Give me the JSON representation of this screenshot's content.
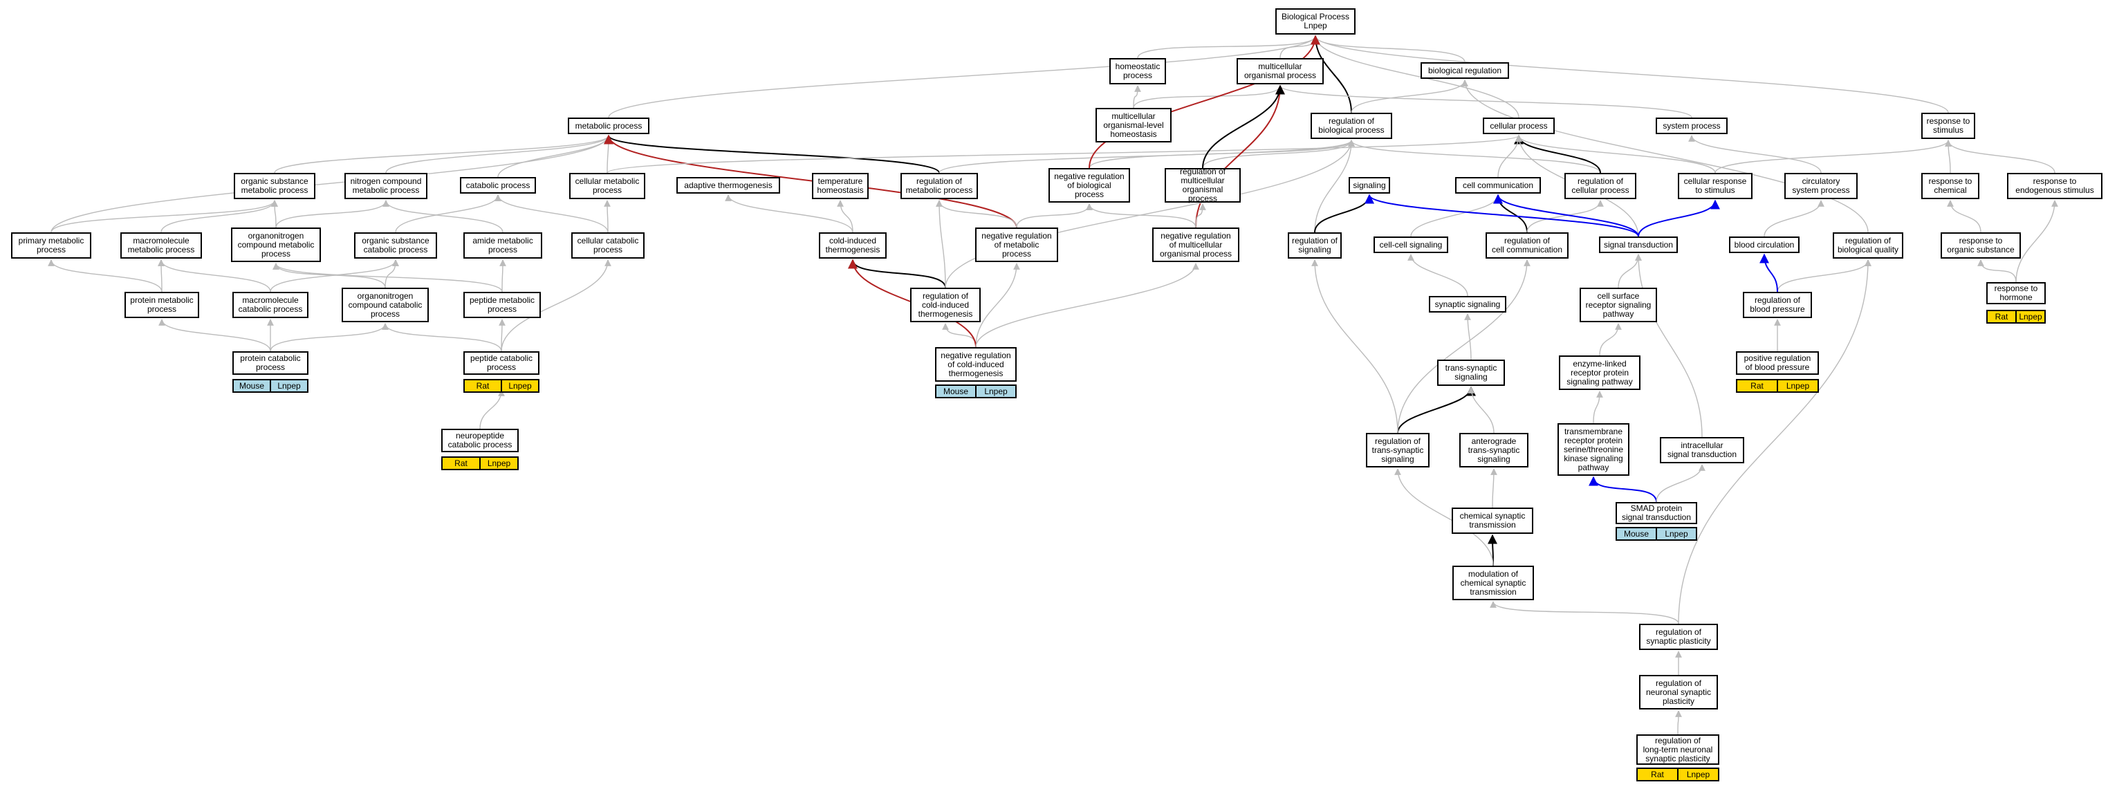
{
  "colors": {
    "mouse": "#add8e6",
    "rat": "#ffd700",
    "gray": "#bbbbbb",
    "black": "#000000",
    "red": "#b22222",
    "blue": "#0000ee"
  },
  "nodes": {
    "root": "Biological Process\nLnpep",
    "homeostatic": "homeostatic\nprocess",
    "multicellular": "multicellular\norganismal process",
    "bioreg": "biological regulation",
    "metabolic": "metabolic process",
    "mcohomeo": "multicellular\norganismal-level\nhomeostasis",
    "regbio": "regulation of\nbiological process",
    "cellular": "cellular process",
    "system": "system process",
    "stimulus": "response to\nstimulus",
    "orgsub": "organic substance\nmetabolic process",
    "nitro": "nitrogen compound\nmetabolic process",
    "catabolic": "catabolic process",
    "cellmeta": "cellular metabolic\nprocess",
    "adaptive": "adaptive thermogenesis",
    "temphomeo": "temperature\nhomeostasis",
    "regmeta": "regulation of\nmetabolic process",
    "negregbio": "negative regulation\nof biological\nprocess",
    "regmulti": "regulation of\nmulticellular\norganismal process",
    "signaling": "signaling",
    "cellcomm": "cell communication",
    "regcellproc": "regulation of\ncellular process",
    "cellresp": "cellular response\nto stimulus",
    "circ": "circulatory\nsystem process",
    "respchem": "response to\nchemical",
    "respendo": "response to\nendogenous stimulus",
    "primary": "primary metabolic\nprocess",
    "macro": "macromolecule\nmetabolic process",
    "orgnitro": "organonitrogen\ncompound metabolic\nprocess",
    "orgsubcat": "organic substance\ncatabolic process",
    "amide": "amide metabolic\nprocess",
    "cellcat": "cellular catabolic\nprocess",
    "coldind": "cold-induced\nthermogenesis",
    "negregmeta": "negative regulation\nof metabolic\nprocess",
    "negregmulti": "negative regulation\nof multicellular\norganismal process",
    "regsig": "regulation of\nsignaling",
    "cellcellsig": "cell-cell signaling",
    "regcellcomm": "regulation of\ncell communication",
    "sigtrans": "signal transduction",
    "bloodcirc": "blood circulation",
    "regbioqual": "regulation of\nbiological quality",
    "resporgsub": "response to\norganic substance",
    "protmeta": "protein metabolic\nprocess",
    "macrocat": "macromolecule\ncatabolic process",
    "orgnitrocat": "organonitrogen\ncompound catabolic\nprocess",
    "peptmeta": "peptide metabolic\nprocess",
    "regcold": "regulation of\ncold-induced\nthermogenesis",
    "synsig": "synaptic signaling",
    "cellsurf": "cell surface\nreceptor signaling\npathway",
    "regbp": "regulation of\nblood pressure",
    "resphorm": "response to\nhormone",
    "protcat": "protein catabolic\nprocess",
    "peptcat": "peptide catabolic\nprocess",
    "negregcold": "negative regulation\nof cold-induced\nthermogenesis",
    "transsyn": "trans-synaptic\nsignaling",
    "enzyme": "enzyme-linked\nreceptor protein\nsignaling pathway",
    "posregbp": "positive regulation\nof blood pressure",
    "neuropep": "neuropeptide\ncatabolic process",
    "regtranssyn": "regulation of\ntrans-synaptic\nsignaling",
    "antero": "anterograde\ntrans-synaptic\nsignaling",
    "transmem": "transmembrane\nreceptor protein\nserine/threonine\nkinase signaling\npathway",
    "intracell": "intracellular\nsignal transduction",
    "chemsyn": "chemical synaptic\ntransmission",
    "smad": "SMAD protein\nsignal transduction",
    "modchem": "modulation of\nchemical synaptic\ntransmission",
    "regsynplast": "regulation of\nsynaptic plasticity",
    "regneurplast": "regulation of\nneuronal synaptic\nplasticity",
    "reglong": "regulation of\nlong-term neuronal\nsynaptic plasticity"
  },
  "species": {
    "protcat": [
      {
        "label": "Mouse",
        "org": "mouse"
      },
      {
        "label": "Lnpep",
        "org": "mouse"
      }
    ],
    "peptcat": [
      {
        "label": "Rat",
        "org": "rat"
      },
      {
        "label": "Lnpep",
        "org": "rat"
      }
    ],
    "neuropep": [
      {
        "label": "Rat",
        "org": "rat"
      },
      {
        "label": "Lnpep",
        "org": "rat"
      }
    ],
    "negregcold": [
      {
        "label": "Mouse",
        "org": "mouse"
      },
      {
        "label": "Lnpep",
        "org": "mouse"
      }
    ],
    "posregbp": [
      {
        "label": "Rat",
        "org": "rat"
      },
      {
        "label": "Lnpep",
        "org": "rat"
      }
    ],
    "resphorm": [
      {
        "label": "Rat",
        "org": "rat"
      },
      {
        "label": "Lnpep",
        "org": "rat"
      }
    ],
    "smad": [
      {
        "label": "Mouse",
        "org": "mouse"
      },
      {
        "label": "Lnpep",
        "org": "mouse"
      }
    ],
    "reglong": [
      {
        "label": "Rat",
        "org": "rat"
      },
      {
        "label": "Lnpep",
        "org": "rat"
      }
    ]
  },
  "edges": [
    [
      "homeostatic",
      "root",
      "gray"
    ],
    [
      "multicellular",
      "root",
      "gray"
    ],
    [
      "bioreg",
      "root",
      "gray"
    ],
    [
      "metabolic",
      "root",
      "gray"
    ],
    [
      "regbio",
      "root",
      "black"
    ],
    [
      "cellular",
      "root",
      "gray"
    ],
    [
      "stimulus",
      "root",
      "gray"
    ],
    [
      "mcohomeo",
      "homeostatic",
      "gray"
    ],
    [
      "mcohomeo",
      "multicellular",
      "gray"
    ],
    [
      "system",
      "multicellular",
      "gray"
    ],
    [
      "regbio",
      "bioreg",
      "gray"
    ],
    [
      "regbioqual",
      "bioreg",
      "gray"
    ],
    [
      "orgsub",
      "metabolic",
      "gray"
    ],
    [
      "nitro",
      "metabolic",
      "gray"
    ],
    [
      "catabolic",
      "metabolic",
      "gray"
    ],
    [
      "cellmeta",
      "metabolic",
      "gray"
    ],
    [
      "primary",
      "metabolic",
      "gray"
    ],
    [
      "regmeta",
      "metabolic",
      "black"
    ],
    [
      "negregmeta",
      "metabolic",
      "red"
    ],
    [
      "regmeta",
      "regbio",
      "gray"
    ],
    [
      "negregbio",
      "regbio",
      "gray"
    ],
    [
      "regmulti",
      "regbio",
      "gray"
    ],
    [
      "regcellproc",
      "regbio",
      "gray"
    ],
    [
      "regsig",
      "regbio",
      "gray"
    ],
    [
      "regcellproc",
      "cellular",
      "black"
    ],
    [
      "cellmeta",
      "cellular",
      "gray"
    ],
    [
      "cellcomm",
      "cellular",
      "gray"
    ],
    [
      "cellresp",
      "cellular",
      "gray"
    ],
    [
      "sigtrans",
      "cellular",
      "gray"
    ],
    [
      "circ",
      "system",
      "gray"
    ],
    [
      "cellresp",
      "stimulus",
      "gray"
    ],
    [
      "respchem",
      "stimulus",
      "gray"
    ],
    [
      "respendo",
      "stimulus",
      "gray"
    ],
    [
      "primary",
      "orgsub",
      "gray"
    ],
    [
      "macro",
      "orgsub",
      "gray"
    ],
    [
      "orgnitro",
      "orgsub",
      "gray"
    ],
    [
      "orgnitro",
      "nitro",
      "gray"
    ],
    [
      "orgsubcat",
      "catabolic",
      "gray"
    ],
    [
      "cellcat",
      "catabolic",
      "gray"
    ],
    [
      "amide",
      "nitro",
      "gray"
    ],
    [
      "cellcat",
      "cellmeta",
      "gray"
    ],
    [
      "coldind",
      "adaptive",
      "gray"
    ],
    [
      "coldind",
      "temphomeo",
      "gray"
    ],
    [
      "negregbio",
      "root",
      "red"
    ],
    [
      "negregmulti",
      "multicellular",
      "red"
    ],
    [
      "regmulti",
      "multicellular",
      "black"
    ],
    [
      "negregmeta",
      "regmeta",
      "gray"
    ],
    [
      "negregmeta",
      "negregbio",
      "gray"
    ],
    [
      "negregmulti",
      "regmulti",
      "gray"
    ],
    [
      "negregmulti",
      "negregbio",
      "gray"
    ],
    [
      "regsig",
      "signaling",
      "black"
    ],
    [
      "regcellcomm",
      "cellcomm",
      "black"
    ],
    [
      "regcellcomm",
      "regcellproc",
      "gray"
    ],
    [
      "cellcellsig",
      "cellcomm",
      "gray"
    ],
    [
      "sigtrans",
      "signaling",
      "blue"
    ],
    [
      "sigtrans",
      "cellcomm",
      "blue"
    ],
    [
      "sigtrans",
      "cellresp",
      "blue"
    ],
    [
      "bloodcirc",
      "circ",
      "gray"
    ],
    [
      "regbp",
      "regbioqual",
      "gray"
    ],
    [
      "resporgsub",
      "respchem",
      "gray"
    ],
    [
      "resphorm",
      "resporgsub",
      "gray"
    ],
    [
      "resphorm",
      "respendo",
      "gray"
    ],
    [
      "protmeta",
      "primary",
      "gray"
    ],
    [
      "protmeta",
      "macro",
      "gray"
    ],
    [
      "macrocat",
      "macro",
      "gray"
    ],
    [
      "macrocat",
      "orgsubcat",
      "gray"
    ],
    [
      "orgnitrocat",
      "orgnitro",
      "gray"
    ],
    [
      "orgnitrocat",
      "orgsubcat",
      "gray"
    ],
    [
      "peptmeta",
      "amide",
      "gray"
    ],
    [
      "peptmeta",
      "orgnitro",
      "gray"
    ],
    [
      "regcold",
      "coldind",
      "black"
    ],
    [
      "regcold",
      "regmeta",
      "gray"
    ],
    [
      "regcold",
      "regbio",
      "gray"
    ],
    [
      "synsig",
      "cellcellsig",
      "gray"
    ],
    [
      "cellsurf",
      "sigtrans",
      "gray"
    ],
    [
      "regbp",
      "bloodcirc",
      "blue"
    ],
    [
      "protcat",
      "protmeta",
      "gray"
    ],
    [
      "protcat",
      "macrocat",
      "gray"
    ],
    [
      "protcat",
      "orgnitrocat",
      "gray"
    ],
    [
      "peptcat",
      "peptmeta",
      "gray"
    ],
    [
      "peptcat",
      "orgnitrocat",
      "gray"
    ],
    [
      "peptcat",
      "cellcat",
      "gray"
    ],
    [
      "negregcold",
      "regcold",
      "gray"
    ],
    [
      "negregcold",
      "negregmeta",
      "gray"
    ],
    [
      "negregcold",
      "coldind",
      "red"
    ],
    [
      "negregcold",
      "negregmulti",
      "gray"
    ],
    [
      "transsyn",
      "synsig",
      "gray"
    ],
    [
      "enzyme",
      "cellsurf",
      "gray"
    ],
    [
      "posregbp",
      "regbp",
      "gray"
    ],
    [
      "neuropep",
      "peptcat",
      "gray"
    ],
    [
      "regtranssyn",
      "transsyn",
      "black"
    ],
    [
      "regtranssyn",
      "regsig",
      "gray"
    ],
    [
      "regtranssyn",
      "regcellcomm",
      "gray"
    ],
    [
      "antero",
      "transsyn",
      "gray"
    ],
    [
      "transmem",
      "enzyme",
      "gray"
    ],
    [
      "intracell",
      "sigtrans",
      "gray"
    ],
    [
      "chemsyn",
      "antero",
      "gray"
    ],
    [
      "smad",
      "transmem",
      "blue"
    ],
    [
      "smad",
      "intracell",
      "gray"
    ],
    [
      "modchem",
      "chemsyn",
      "black"
    ],
    [
      "modchem",
      "regtranssyn",
      "gray"
    ],
    [
      "regsynplast",
      "modchem",
      "gray"
    ],
    [
      "regsynplast",
      "regbioqual",
      "gray"
    ],
    [
      "regneurplast",
      "regsynplast",
      "gray"
    ],
    [
      "reglong",
      "regneurplast",
      "gray"
    ]
  ]
}
